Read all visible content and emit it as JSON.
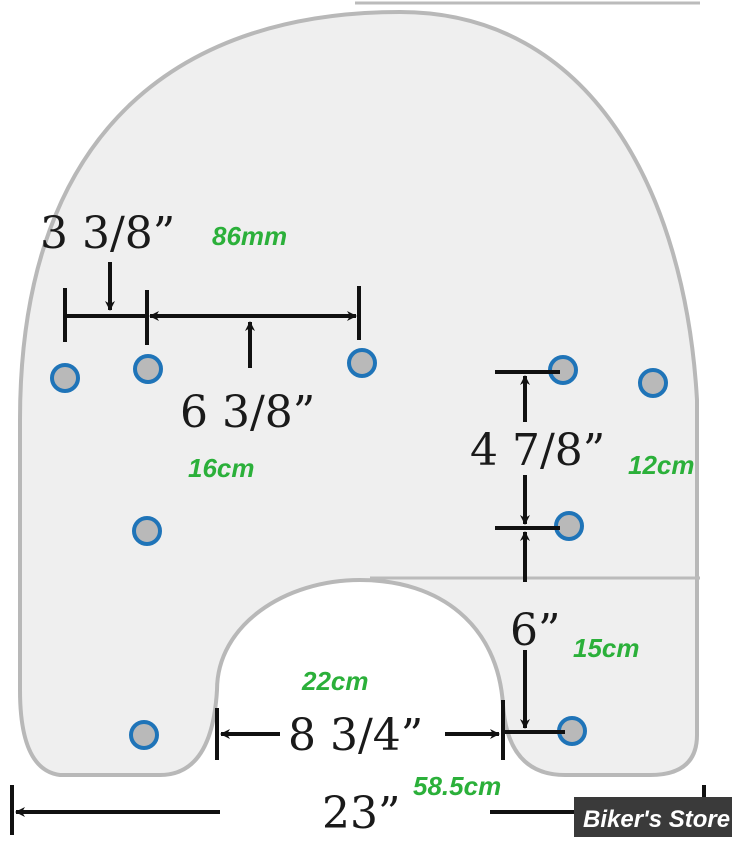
{
  "dimensions": {
    "d1": {
      "imperial": "3 3/8”",
      "metric": "86mm"
    },
    "d2": {
      "imperial": "6 3/8”",
      "metric": "16cm"
    },
    "d3": {
      "imperial": "4 7/8”",
      "metric": "12cm"
    },
    "d4": {
      "imperial": "6”",
      "metric": "15cm"
    },
    "d5": {
      "imperial": "8 3/4”",
      "metric": "22cm"
    },
    "d6": {
      "imperial": "23”",
      "metric": "58.5cm"
    }
  },
  "logo": {
    "text": "Biker's Store"
  },
  "colors": {
    "panel": "#efefef",
    "outline": "#b8b8b8",
    "hole_ring": "#1f74b8",
    "hole_fill": "#b9b9b9",
    "metric": "#2bb03a"
  }
}
